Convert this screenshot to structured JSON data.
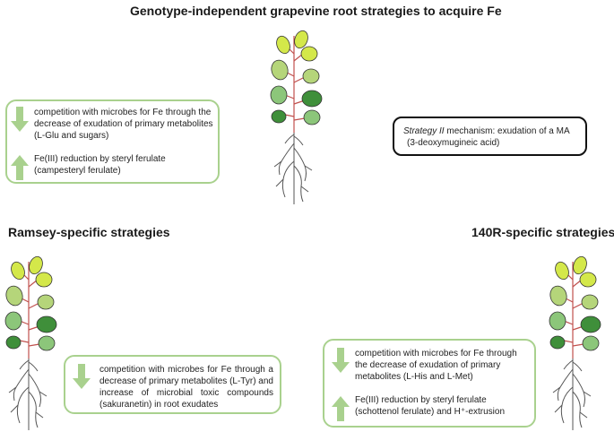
{
  "titles": {
    "main": "Genotype-independent grapevine root strategies to acquire Fe",
    "ramsey": "Ramsey-specific strategies",
    "r140": "140R-specific strategies"
  },
  "center_box": {
    "item1": "competition with microbes for Fe through the decrease of exudation of primary metabolites (L-Glu and sugars)",
    "item2": "Fe(III) reduction by steryl ferulate (campesteryl ferulate)"
  },
  "strategy2_box": {
    "italic": "Strategy II",
    "text": "mechanism: exudation of a MA",
    "line2": "(3-deoxymugineic acid)"
  },
  "ramsey_box": {
    "item1": "competition with microbes for Fe through a decrease of primary metabolites (L-Tyr) and increase of microbial toxic compounds (sakuranetin) in root exudates"
  },
  "r140_box": {
    "item1": "competition with microbes for Fe through the decrease of exudation of primary metabolites (L-His and L-Met)",
    "item2": "Fe(III) reduction by steryl ferulate (schottenol ferulate) and H⁺-extrusion"
  },
  "colors": {
    "box_border": "#a9d18e",
    "arrow": "#a9d18e",
    "stem": "#c0504d",
    "leaf_yellow": "#d4e84a",
    "leaf_light": "#b5d57a",
    "leaf_mid": "#8cc67a",
    "leaf_dark": "#3f8f3a",
    "root": "#555555"
  }
}
